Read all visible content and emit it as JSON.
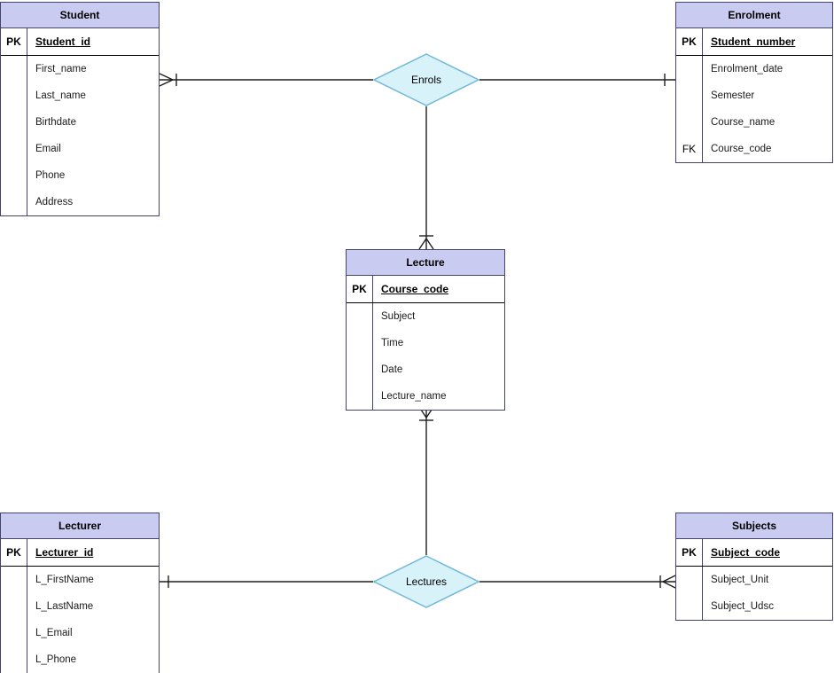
{
  "diagram": {
    "entities": [
      {
        "title": "Student",
        "rows": [
          {
            "key": "PK",
            "name": "Student_id"
          },
          {
            "key": "",
            "name": "First_name"
          },
          {
            "key": "",
            "name": "Last_name"
          },
          {
            "key": "",
            "name": "Birthdate"
          },
          {
            "key": "",
            "name": "Email"
          },
          {
            "key": "",
            "name": "Phone"
          },
          {
            "key": "",
            "name": "Address"
          }
        ]
      },
      {
        "title": "Enrolment",
        "rows": [
          {
            "key": "PK",
            "name": "Student_number"
          },
          {
            "key": "",
            "name": "Enrolment_date"
          },
          {
            "key": "",
            "name": "Semester"
          },
          {
            "key": "",
            "name": "Course_name"
          },
          {
            "key": "FK",
            "name": "Course_code"
          }
        ]
      },
      {
        "title": "Lecture",
        "rows": [
          {
            "key": "PK",
            "name": "Course_code"
          },
          {
            "key": "",
            "name": "Subject"
          },
          {
            "key": "",
            "name": "Time"
          },
          {
            "key": "",
            "name": "Date"
          },
          {
            "key": "",
            "name": "Lecture_name"
          }
        ]
      },
      {
        "title": "Lecturer",
        "rows": [
          {
            "key": "PK",
            "name": "Lecturer_id"
          },
          {
            "key": "",
            "name": "L_FirstName"
          },
          {
            "key": "",
            "name": "L_LastName"
          },
          {
            "key": "",
            "name": "L_Email"
          },
          {
            "key": "",
            "name": "L_Phone"
          }
        ]
      },
      {
        "title": "Subjects",
        "rows": [
          {
            "key": "PK",
            "name": "Subject_code"
          },
          {
            "key": "",
            "name": "Subject_Unit"
          },
          {
            "key": "",
            "name": "Subject_Udsc"
          }
        ]
      }
    ],
    "relationships": [
      {
        "label": "Enrols",
        "student_end": "one-or-many",
        "enrolment_end": "one",
        "lecture_end": "one-or-many"
      },
      {
        "label": "Lectures",
        "lecturer_end": "one",
        "subjects_end": "one-or-many",
        "lecture_end": "one-or-many"
      }
    ],
    "colors": {
      "entity_header": "#CACBF1",
      "entity_border": "#43436D",
      "diamond_fill": "#D8F2FA",
      "diamond_border": "#73B9D7",
      "connector": "#1E1E1E"
    }
  }
}
